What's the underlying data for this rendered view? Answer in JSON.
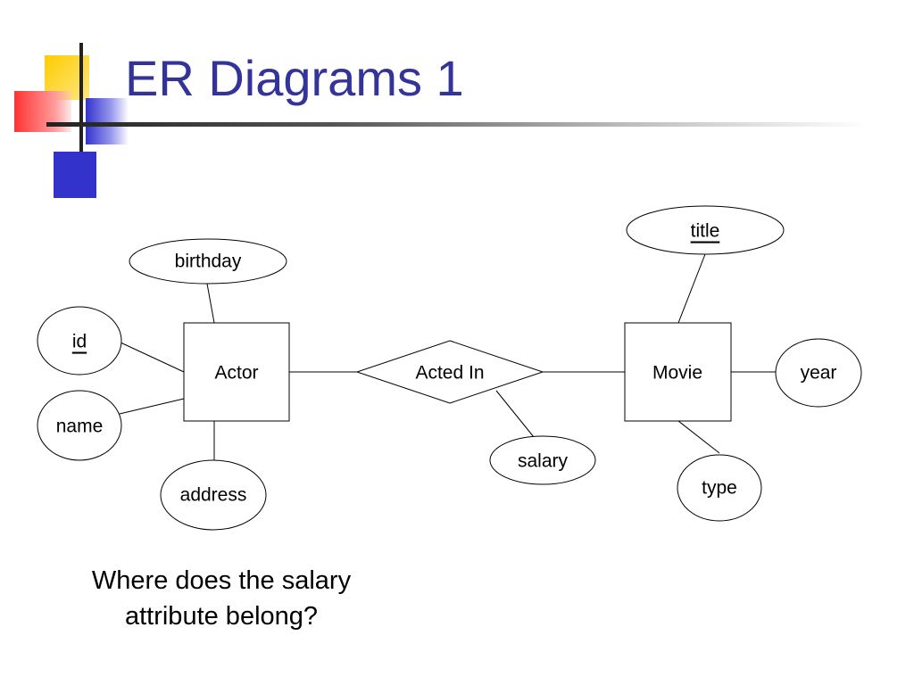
{
  "slide": {
    "title": "ER Diagrams 1",
    "question": "Where does the salary attribute belong?"
  },
  "colors": {
    "title": "#333399",
    "deco_yellow": "#ffcc00",
    "deco_red": "#ff3333",
    "deco_blue": "#3333cc"
  },
  "diagram": {
    "entities": [
      {
        "id": "actor",
        "label": "Actor"
      },
      {
        "id": "movie",
        "label": "Movie"
      }
    ],
    "relationships": [
      {
        "id": "acted-in",
        "label": "Acted In",
        "connects": [
          "actor",
          "movie"
        ]
      }
    ],
    "attributes": [
      {
        "id": "id",
        "label": "id",
        "owner": "actor",
        "key": true
      },
      {
        "id": "name",
        "label": "name",
        "owner": "actor",
        "key": false
      },
      {
        "id": "birthday",
        "label": "birthday",
        "owner": "actor",
        "key": false
      },
      {
        "id": "address",
        "label": "address",
        "owner": "actor",
        "key": false
      },
      {
        "id": "salary",
        "label": "salary",
        "owner": "acted-in",
        "key": false
      },
      {
        "id": "title",
        "label": "title",
        "owner": "movie",
        "key": true
      },
      {
        "id": "year",
        "label": "year",
        "owner": "movie",
        "key": false
      },
      {
        "id": "type",
        "label": "type",
        "owner": "movie",
        "key": false
      }
    ]
  }
}
